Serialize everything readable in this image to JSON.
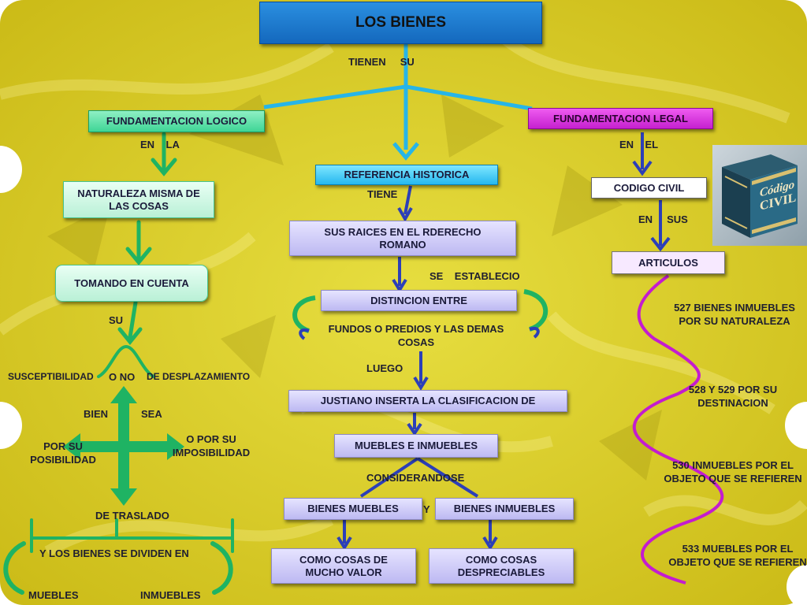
{
  "title": "LOS BIENES",
  "connectors": {
    "tienen_su": "TIENEN     SU",
    "en_la": "EN    LA",
    "en_el": "EN    EL",
    "tiene": "TIENE",
    "en_sus": "EN     SUS",
    "se_establecio": "SE    ESTABLECIO",
    "su": "SU",
    "luego": "LUEGO",
    "o_no": "O NO",
    "bien": "BIEN",
    "sea": "SEA",
    "considerandose": "CONSIDERANDOSE",
    "y": "Y"
  },
  "left": {
    "header": "FUNDAMENTACION LOGICO",
    "naturaleza": "NATURALEZA MISMA DE LAS COSAS",
    "tomando": "TOMANDO EN CUENTA",
    "susceptibilidad": "SUSCEPTIBILIDAD",
    "desplazamiento": "DE DESPLAZAMIENTO",
    "por_su_posibilidad": "POR SU POSIBILIDAD",
    "o_por_su_imposibilidad": "O POR SU IMPOSIBILIDAD",
    "de_traslado": "DE TRASLADO",
    "se_dividen": "Y LOS BIENES SE DIVIDEN EN",
    "muebles": "MUEBLES",
    "inmuebles": "INMUEBLES"
  },
  "center": {
    "referencia": "REFERENCIA HISTORICA",
    "raices": "SUS RAICES EN EL RDERECHO ROMANO",
    "distincion": "DISTINCION ENTRE",
    "fundos": "FUNDOS  O PREDIOS Y LAS DEMAS COSAS",
    "justiniano": "JUSTIANO INSERTA LA CLASIFICACION DE",
    "muebles_inmuebles": "MUEBLES E INMUEBLES",
    "bienes_muebles": "BIENES MUEBLES",
    "bienes_inmuebles": "BIENES INMUEBLES",
    "cosas_valor": "COMO COSAS DE MUCHO VALOR",
    "cosas_despreciables": "COMO COSAS DESPRECIABLES"
  },
  "right": {
    "header": "FUNDAMENTACION LEGAL",
    "codigo": "CODIGO CIVIL",
    "articulos": "ARTICULOS",
    "art527": "527 BIENES INMUEBLES POR SU NATURALEZA",
    "art528": "528 Y 529 POR SU DESTINACION",
    "art530": "530 INMUEBLES POR EL OBJETO QUE SE REFIEREN",
    "art533": "533 MUEBLES POR EL OBJETO QUE SE REFIEREN",
    "book_image": {
      "title_line1": "Código",
      "title_line2": "CIVIL"
    }
  },
  "colors": {
    "background": "#d8c81a",
    "green_arrow": "#1fb363",
    "blue_arrow": "#2c3fb8",
    "cyan_line": "#27b5e8",
    "magenta_line": "#c41ccf",
    "title_box": "#1c7fd0"
  }
}
